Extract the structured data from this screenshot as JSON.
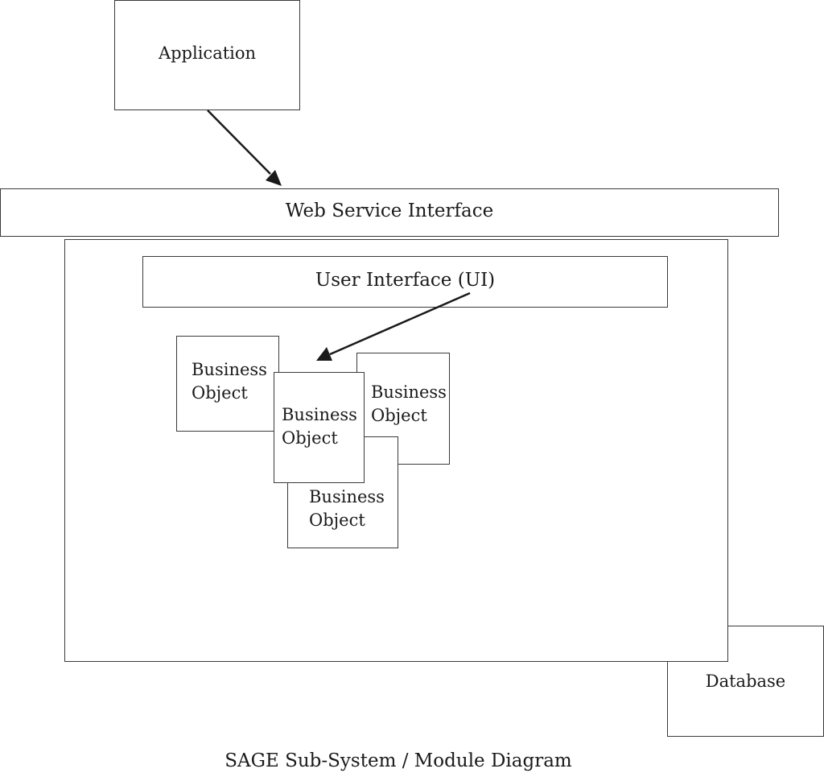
{
  "diagram": {
    "application_label": "Application",
    "web_service_label": "Web Service Interface",
    "user_interface_label": "User Interface (UI)",
    "business_object": {
      "line1": "Business",
      "line2": "Object"
    },
    "database_label": "Database",
    "caption": "SAGE Sub-System / Module Diagram"
  },
  "colors": {
    "stroke": "#3a3a3a",
    "arrow": "#1a1a1a",
    "background": "#ffffff"
  }
}
